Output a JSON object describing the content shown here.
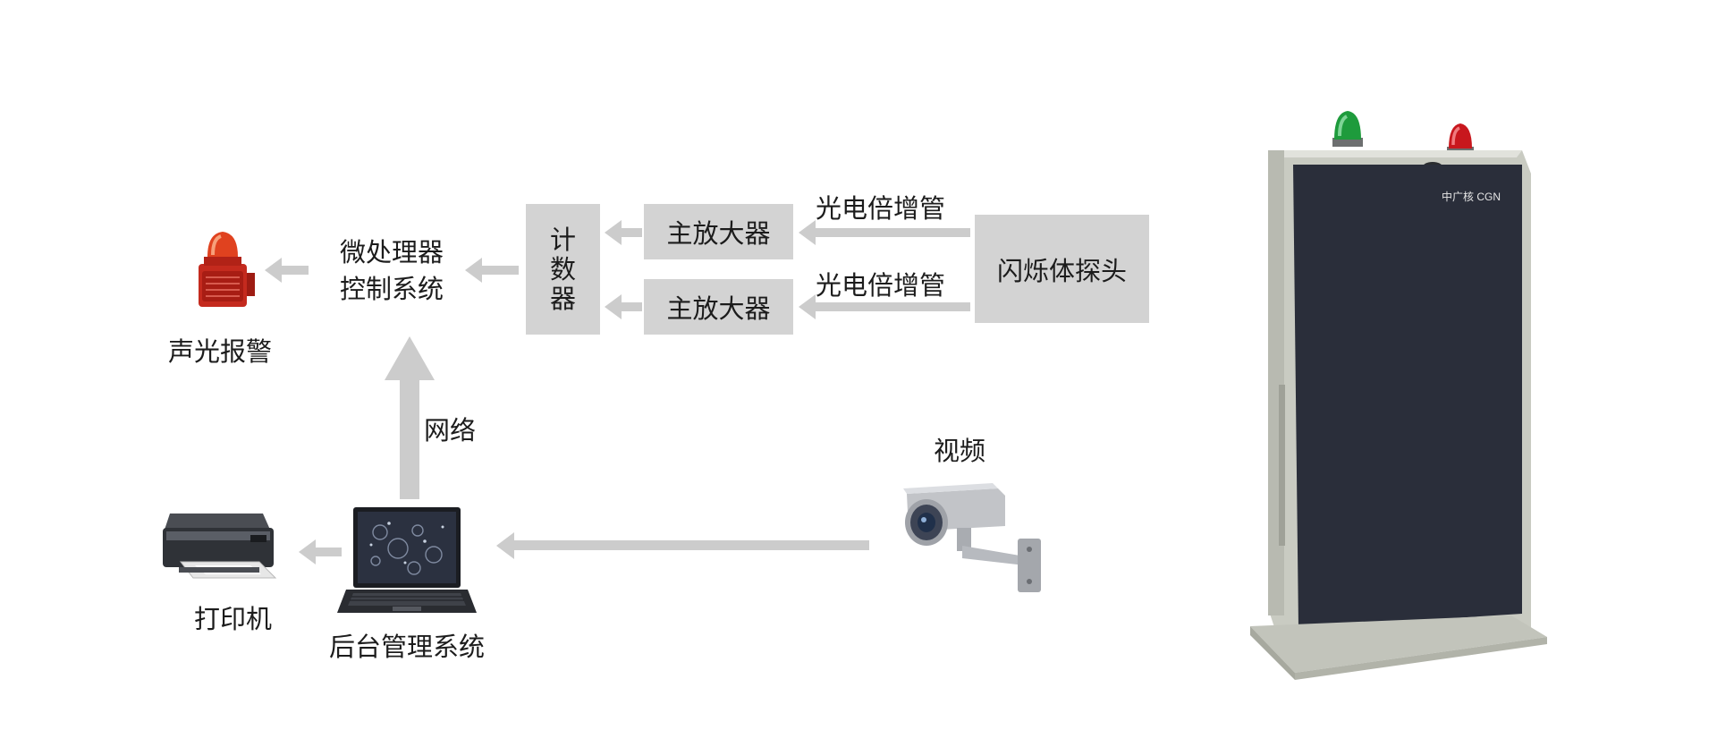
{
  "diagram": {
    "alarm": {
      "label": "声光报警"
    },
    "microprocessor": {
      "line1": "微处理器",
      "line2": "控制系统"
    },
    "counter": {
      "chars": [
        "计",
        "数",
        "器"
      ]
    },
    "amplifier_top": {
      "label": "主放大器"
    },
    "amplifier_bottom": {
      "label": "主放大器"
    },
    "pmt_top": {
      "label": "光电倍增管"
    },
    "pmt_bottom": {
      "label": "光电倍增管"
    },
    "detector": {
      "label": "闪烁体探头"
    },
    "network": {
      "label": "网络"
    },
    "video": {
      "label": "视频"
    },
    "printer": {
      "label": "打印机"
    },
    "backend": {
      "label": "后台管理系统"
    },
    "portal": {
      "logo_text": "中广核 CGN"
    }
  },
  "colors": {
    "box_fill": "#d3d3d3",
    "arrow": "#cccccc",
    "panel": "#2a2e3a",
    "frame": "#c9cbc2",
    "beacon_green": "#1e9b3c",
    "beacon_red": "#c8171d"
  }
}
